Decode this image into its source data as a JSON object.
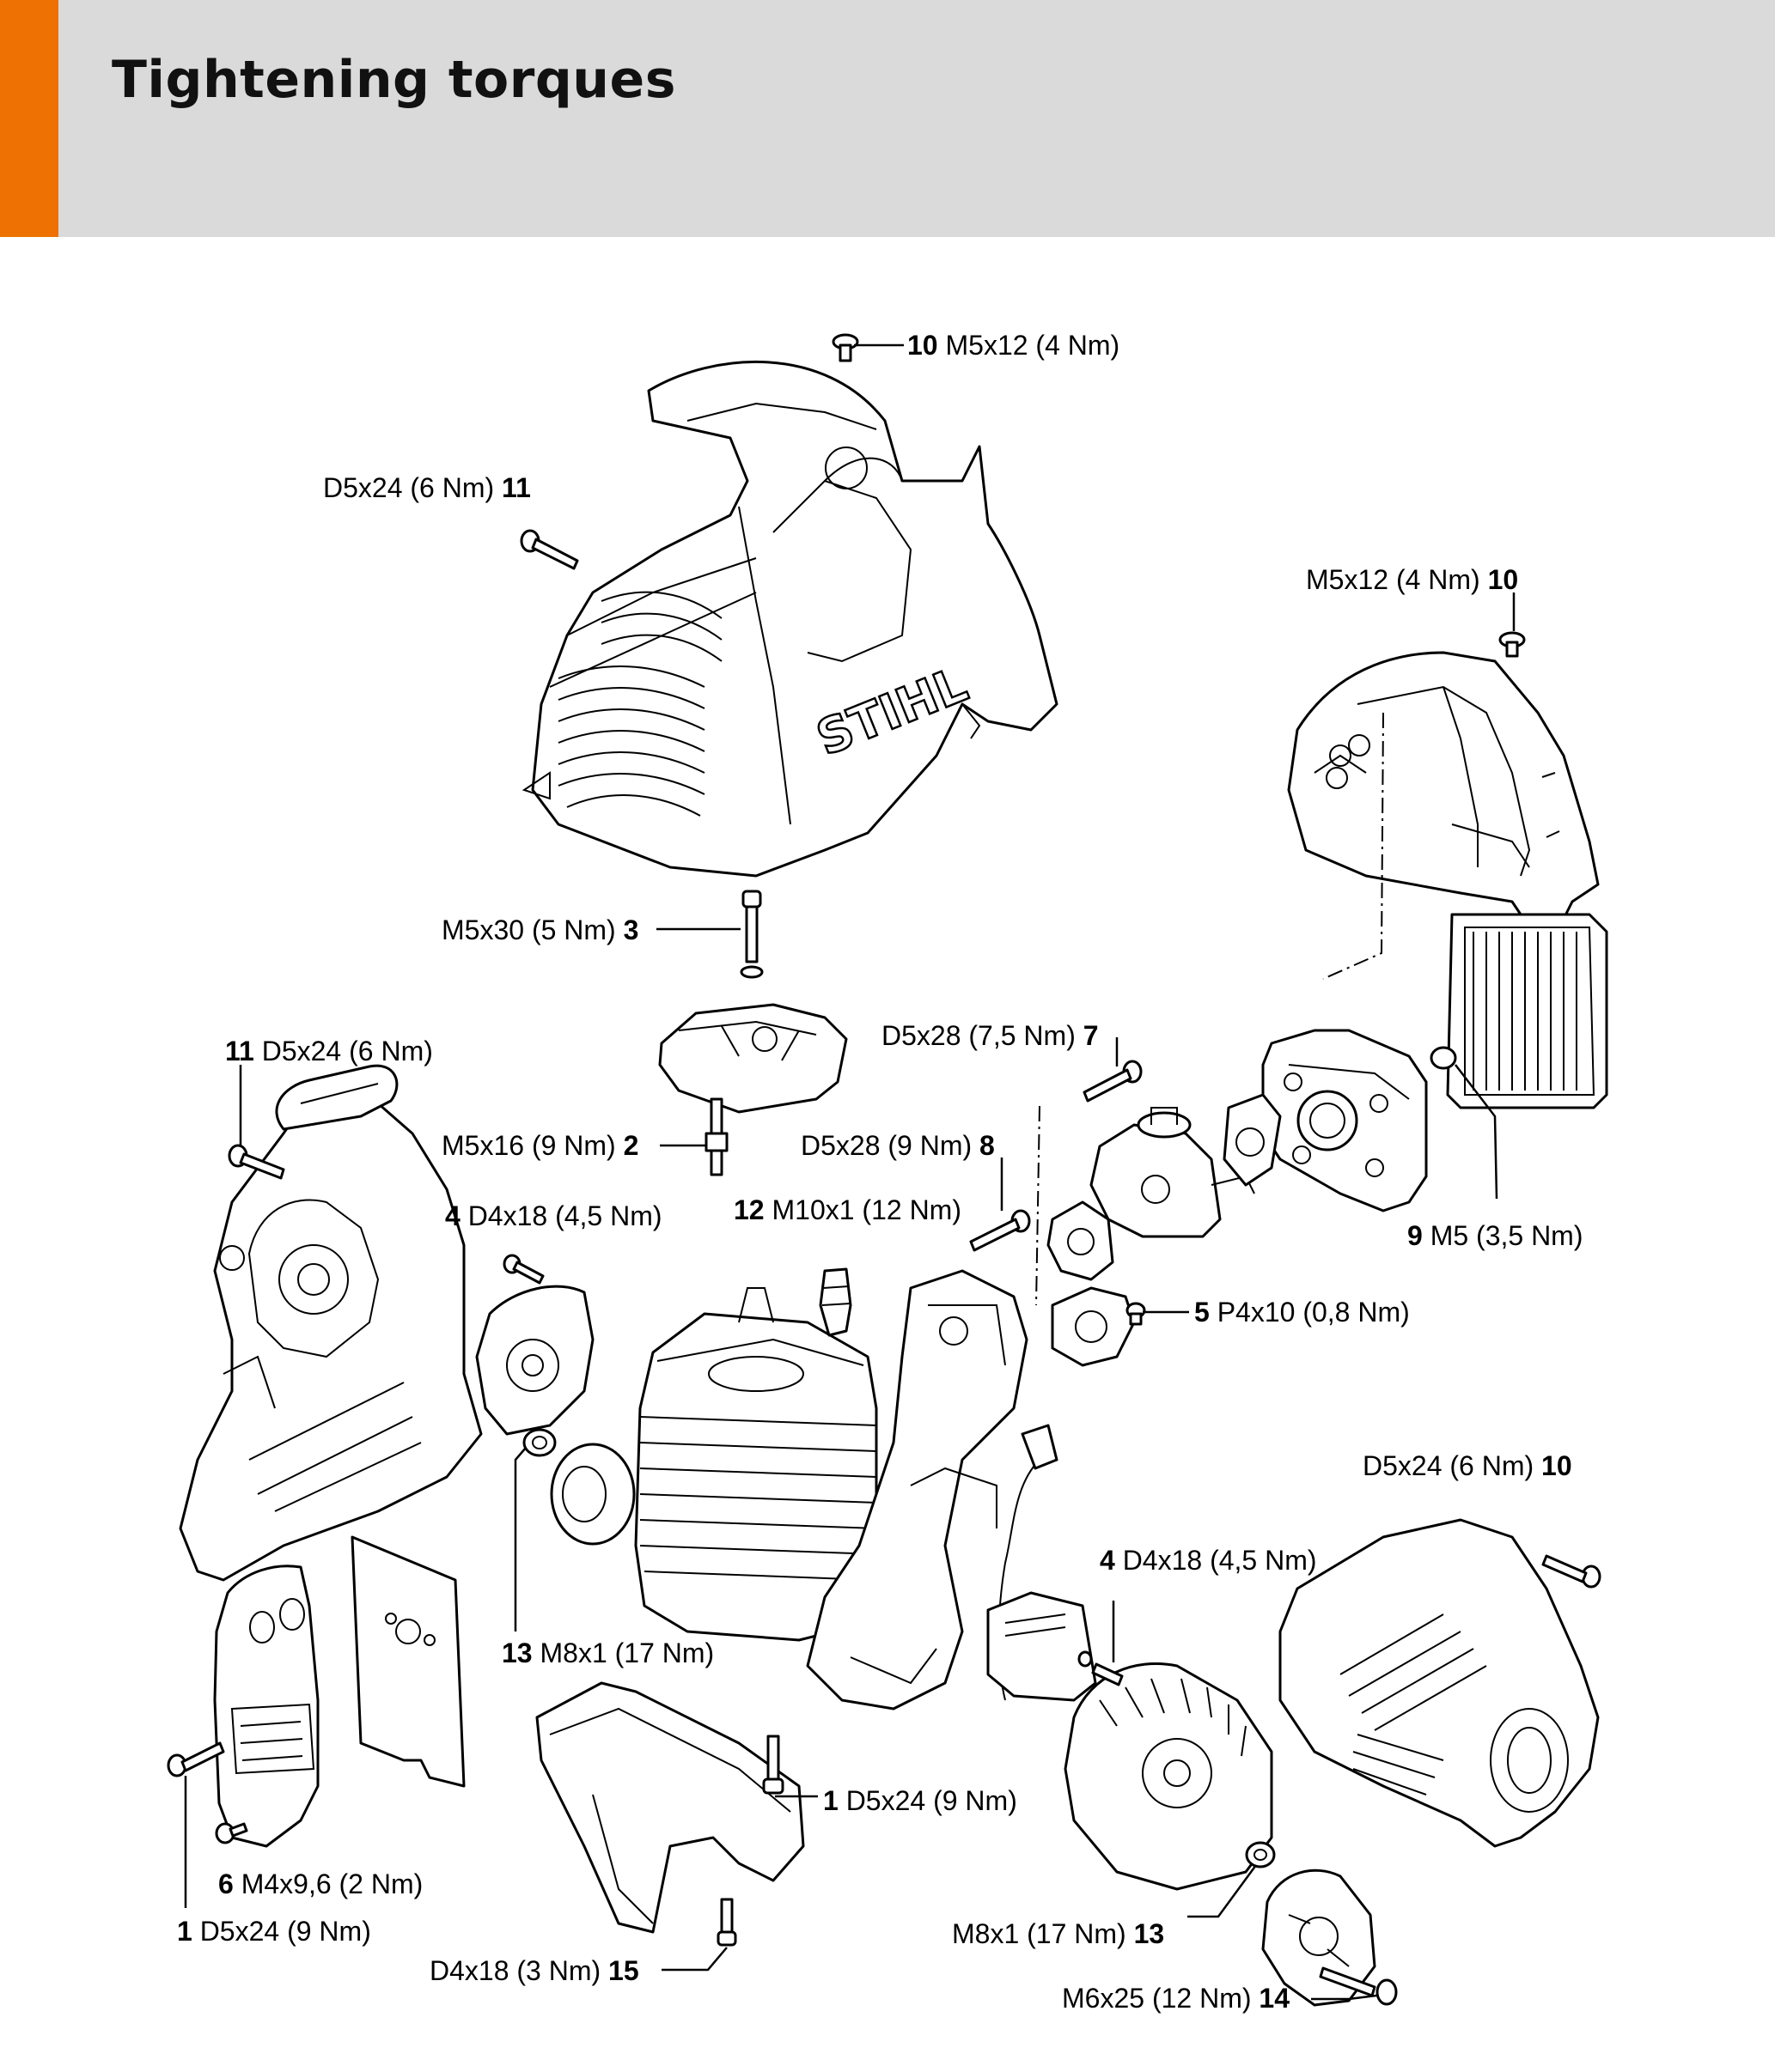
{
  "header": {
    "title": "Tightening torques",
    "accent_color": "#ee7203",
    "background_color": "#dadada"
  },
  "callouts": [
    {
      "num": "10",
      "spec": "M5x12 (4 Nm)"
    },
    {
      "num": "11",
      "spec": "D5x24 (6 Nm)"
    },
    {
      "num": "10",
      "spec": "M5x12 (4 Nm)"
    },
    {
      "num": "3",
      "spec": "M5x30 (5 Nm)"
    },
    {
      "num": "11",
      "spec": "D5x24 (6 Nm)"
    },
    {
      "num": "7",
      "spec": "D5x28 (7,5 Nm)"
    },
    {
      "num": "2",
      "spec": "M5x16 (9 Nm)"
    },
    {
      "num": "8",
      "spec": "D5x28 (9 Nm)"
    },
    {
      "num": "4",
      "spec": "D4x18 (4,5 Nm)"
    },
    {
      "num": "12",
      "spec": "M10x1 (12 Nm)"
    },
    {
      "num": "9",
      "spec": "M5 (3,5 Nm)"
    },
    {
      "num": "5",
      "spec": "P4x10 (0,8 Nm)"
    },
    {
      "num": "10",
      "spec": "D5x24 (6 Nm)"
    },
    {
      "num": "4",
      "spec": "D4x18 (4,5 Nm)"
    },
    {
      "num": "13",
      "spec": "M8x1 (17 Nm)"
    },
    {
      "num": "1",
      "spec": "D5x24 (9 Nm)"
    },
    {
      "num": "6",
      "spec": "M4x9,6 (2 Nm)"
    },
    {
      "num": "1",
      "spec": "D5x24 (9 Nm)"
    },
    {
      "num": "13",
      "spec": "M8x1 (17 Nm)"
    },
    {
      "num": "15",
      "spec": "D4x18 (3 Nm)"
    },
    {
      "num": "14",
      "spec": "M6x25 (12 Nm)"
    }
  ],
  "brand_mark": "STIHL"
}
